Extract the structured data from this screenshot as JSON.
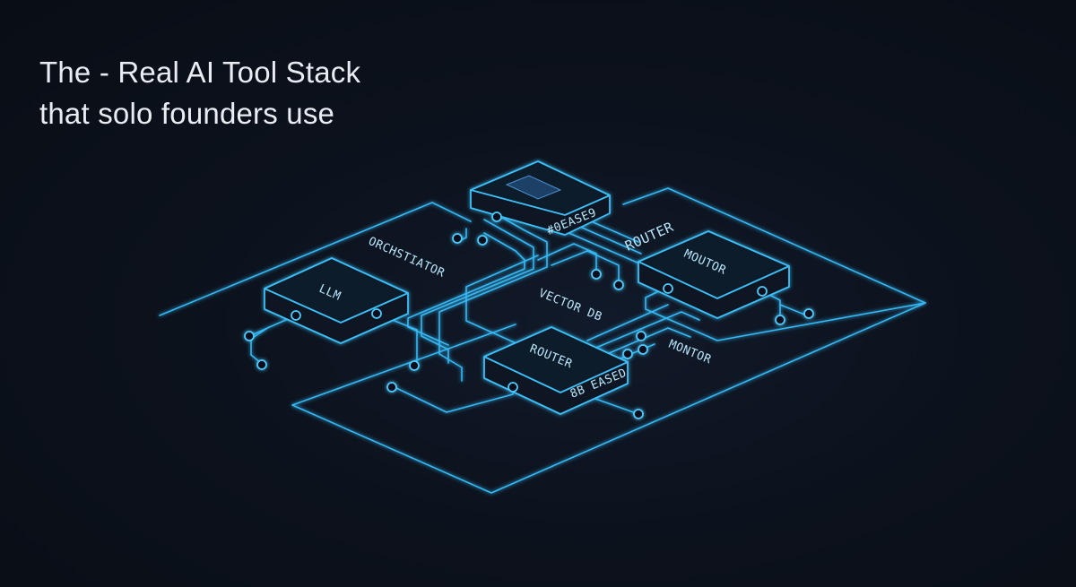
{
  "headline": {
    "line1": "The - Real AI Tool Stack",
    "line2": "that solo founders use"
  },
  "diagram": {
    "labels": {
      "orchestrator": "ORCHSTIATOR",
      "llm": "LLM",
      "database_top": "#0EASE9",
      "router_top": "ROUTER",
      "monitor_top": "MOUTOR",
      "vector_db": "VECTOR DB",
      "router_bottom": "ROUTER",
      "database_bottom": "8B EASED",
      "monitor_bottom": "MONTOR"
    }
  },
  "colors": {
    "background": "#0b0f18",
    "accent": "#35b8f4",
    "headline": "#e9edf3"
  }
}
